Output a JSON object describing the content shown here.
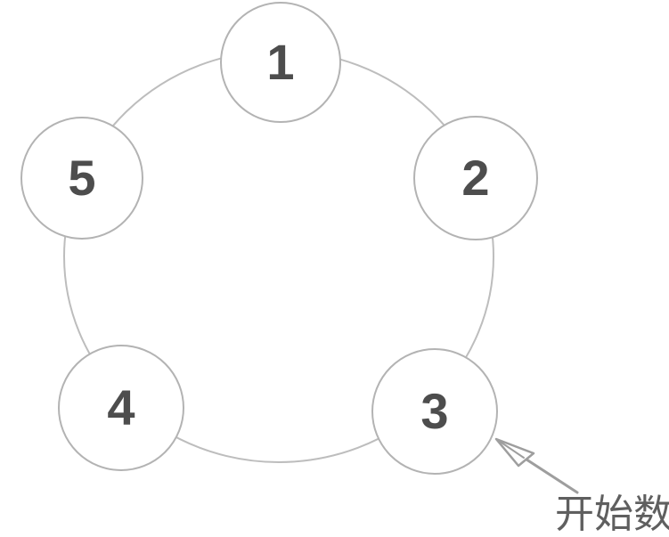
{
  "diagram": {
    "nodes": [
      {
        "label": "1"
      },
      {
        "label": "2"
      },
      {
        "label": "3"
      },
      {
        "label": "4"
      },
      {
        "label": "5"
      }
    ],
    "annotation": {
      "label": "开始数"
    },
    "colors": {
      "ring_stroke": "#bdbdbd",
      "node_stroke": "#b3b3b3",
      "node_fill": "#ffffff",
      "number_color": "#4d4d4d",
      "arrow_color": "#9e9e9e",
      "label_color": "#5f5f5f"
    }
  }
}
